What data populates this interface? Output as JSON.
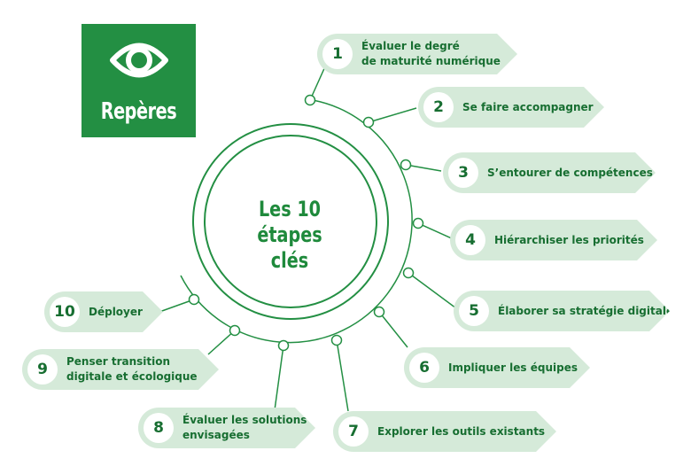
{
  "badge": {
    "title": "Repères",
    "icon": "eye-icon"
  },
  "center": {
    "line1": "Les 10",
    "line2": "étapes clés"
  },
  "steps": [
    {
      "num": "1",
      "line1": "Évaluer le degré",
      "line2": "de maturité numérique"
    },
    {
      "num": "2",
      "line1": "Se faire accompagner",
      "line2": ""
    },
    {
      "num": "3",
      "line1": "S’entourer de compétences",
      "line2": ""
    },
    {
      "num": "4",
      "line1": "Hiérarchiser les priorités",
      "line2": ""
    },
    {
      "num": "5",
      "line1": "Élaborer sa stratégie digitale",
      "line2": ""
    },
    {
      "num": "6",
      "line1": "Impliquer les équipes",
      "line2": ""
    },
    {
      "num": "7",
      "line1": "Explorer les outils existants",
      "line2": ""
    },
    {
      "num": "8",
      "line1": "Évaluer les solutions",
      "line2": "envisagées"
    },
    {
      "num": "9",
      "line1": "Penser transition",
      "line2": "digitale et écologique"
    },
    {
      "num": "10",
      "line1": "Déployer",
      "line2": ""
    }
  ],
  "colors": {
    "green": "#238f43",
    "text_green": "#176e31",
    "pill_bg": "#d5ead9"
  }
}
